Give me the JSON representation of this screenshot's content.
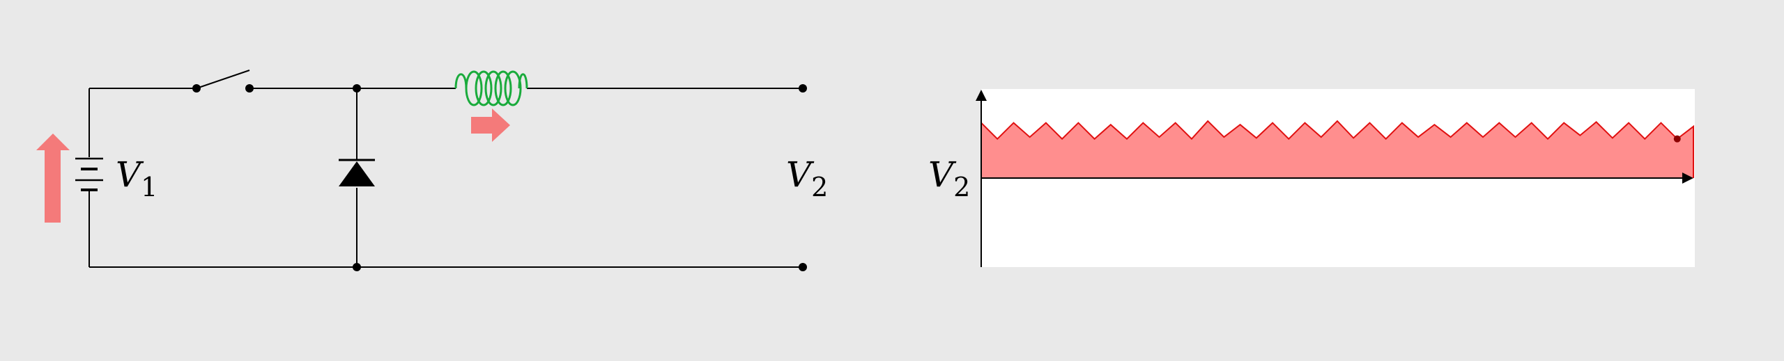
{
  "colors": {
    "background": "#e9e9e9",
    "wire": "#000000",
    "inductor": "#1aab3c",
    "current_arrow": "#f47a7a",
    "plot_fill": "#ff8e8e",
    "plot_line": "#e01010",
    "plot_end_dot": "#8b0000",
    "plot_panel": "#ffffff"
  },
  "labels": {
    "v1_main": "V",
    "v1_sub": "1",
    "v2_main": "V",
    "v2_sub": "2",
    "plot_v2_main": "V",
    "plot_v2_sub": "2"
  },
  "icons": {
    "battery": "battery-icon",
    "switch": "switch-open-icon",
    "diode": "diode-icon",
    "inductor": "inductor-coil-icon",
    "current_arrow_up": "arrow-up-icon",
    "current_arrow_right": "arrow-right-icon"
  },
  "chart_data": {
    "type": "area",
    "series": [
      {
        "values": [
          0.62,
          0.44,
          0.62,
          0.46,
          0.62,
          0.44,
          0.62,
          0.44,
          0.6,
          0.44,
          0.62,
          0.46,
          0.62,
          0.44,
          0.64,
          0.46,
          0.6,
          0.45,
          0.62,
          0.44,
          0.62,
          0.46,
          0.64,
          0.45,
          0.62,
          0.44,
          0.62,
          0.46,
          0.6,
          0.46,
          0.62,
          0.46,
          0.62,
          0.46,
          0.62,
          0.44,
          0.62,
          0.48,
          0.63,
          0.45,
          0.62,
          0.44,
          0.62,
          0.44,
          0.58
        ]
      }
    ],
    "xlim": [
      0,
      1
    ],
    "ylim": [
      -1,
      1
    ],
    "grid": false,
    "legend": "none"
  }
}
